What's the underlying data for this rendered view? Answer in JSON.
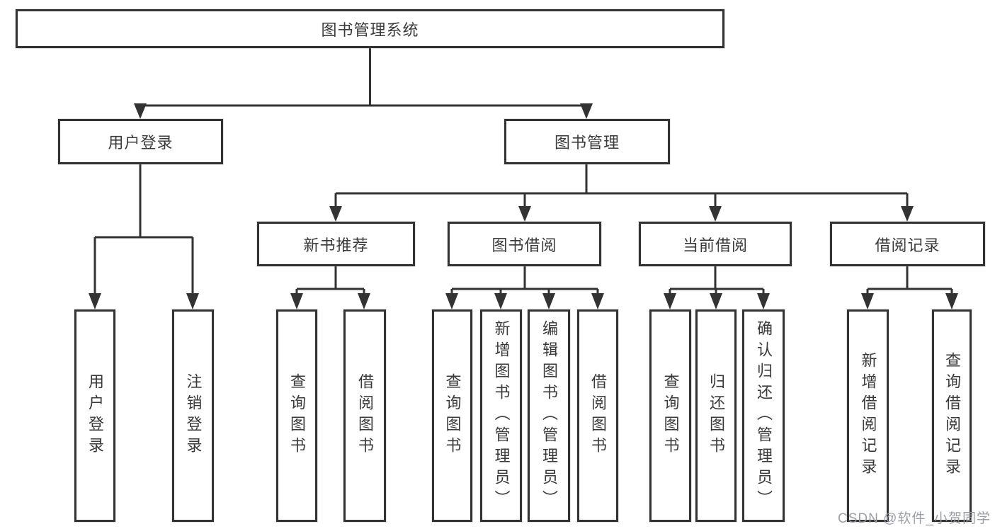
{
  "diagram": {
    "root": "图书管理系统",
    "level2": [
      "用户登录",
      "图书管理"
    ],
    "level3": [
      "新书推荐",
      "图书借阅",
      "当前借阅",
      "借阅记录"
    ],
    "leaves": [
      "用户登录",
      "注销登录",
      "查询图书",
      "借阅图书",
      "查询图书",
      "新增图书（管理员）",
      "编辑图书（管理员）",
      "借阅图书",
      "查询图书",
      "归还图书",
      "确认归还（管理员）",
      "新增借阅记录",
      "查询借阅记录"
    ]
  },
  "watermark": {
    "text": "CSDN @软件_小贺同学"
  },
  "colors": {
    "line": "#333333",
    "box_fill": "#ffffff",
    "text": "#3a3a3a",
    "watermark": "#9499a2",
    "background": "#ffffff"
  }
}
